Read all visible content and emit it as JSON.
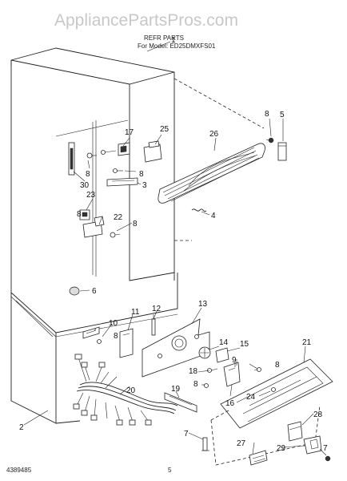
{
  "header": {
    "watermark": "AppliancePartsPros.com",
    "title": "REFR PARTS",
    "model_line": "For Model: ED25DMXFS01"
  },
  "footer": {
    "doc_number": "4389485",
    "page_number": "5"
  },
  "callouts": [
    {
      "id": "c1",
      "text": "1"
    },
    {
      "id": "c2",
      "text": "2"
    },
    {
      "id": "c3",
      "text": "3"
    },
    {
      "id": "c4",
      "text": "4"
    },
    {
      "id": "c5",
      "text": "5"
    },
    {
      "id": "c6",
      "text": "6"
    },
    {
      "id": "c7a",
      "text": "7"
    },
    {
      "id": "c7b",
      "text": "7"
    },
    {
      "id": "c8a",
      "text": "8"
    },
    {
      "id": "c8b",
      "text": "8"
    },
    {
      "id": "c8c",
      "text": "8"
    },
    {
      "id": "c8d",
      "text": "8"
    },
    {
      "id": "c8e",
      "text": "8"
    },
    {
      "id": "c8f",
      "text": "8"
    },
    {
      "id": "c8g",
      "text": "8"
    },
    {
      "id": "c8h",
      "text": "8"
    },
    {
      "id": "c9",
      "text": "9"
    },
    {
      "id": "c10",
      "text": "10"
    },
    {
      "id": "c11",
      "text": "11"
    },
    {
      "id": "c12",
      "text": "12"
    },
    {
      "id": "c13",
      "text": "13"
    },
    {
      "id": "c14",
      "text": "14"
    },
    {
      "id": "c15",
      "text": "15"
    },
    {
      "id": "c16",
      "text": "16"
    },
    {
      "id": "c17",
      "text": "17"
    },
    {
      "id": "c18",
      "text": "18"
    },
    {
      "id": "c19",
      "text": "19"
    },
    {
      "id": "c20",
      "text": "20"
    },
    {
      "id": "c21",
      "text": "21"
    },
    {
      "id": "c22",
      "text": "22"
    },
    {
      "id": "c23",
      "text": "23"
    },
    {
      "id": "c24",
      "text": "24"
    },
    {
      "id": "c25",
      "text": "25"
    },
    {
      "id": "c26",
      "text": "26"
    },
    {
      "id": "c27",
      "text": "27"
    },
    {
      "id": "c28",
      "text": "28"
    },
    {
      "id": "c29",
      "text": "29"
    },
    {
      "id": "c30",
      "text": "30"
    }
  ]
}
